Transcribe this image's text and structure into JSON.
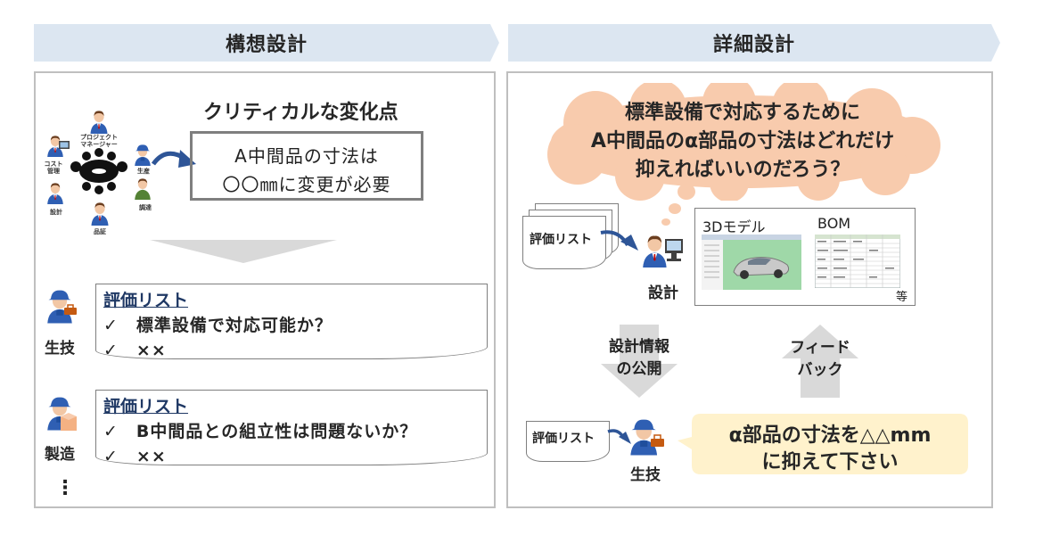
{
  "headers": {
    "left": "構想設計",
    "right": "詳細設計"
  },
  "left": {
    "critical_title": "クリティカルな変化点",
    "change_box": {
      "line1": "A中間品の寸法は",
      "line2": "〇〇㎜に変更が必要"
    },
    "meeting_roles": {
      "pm": "プロジェクト\nマネージャー",
      "cost": "コスト\n管理",
      "design": "設計",
      "qa": "品証",
      "production": "生産",
      "procurement": "調達"
    },
    "eval1": {
      "person": "生技",
      "title": "評価リスト",
      "items": [
        "✓　標準設備で対応可能か？",
        "✓　××"
      ]
    },
    "eval2": {
      "person": "製造",
      "title": "評価リスト",
      "items": [
        "✓　B中間品との組立性は問題ないか？",
        "✓　××"
      ]
    },
    "ellipsis": "⋮"
  },
  "right": {
    "cloud_text": {
      "line1": "標準設備で対応するために",
      "line2": "A中間品のα部品の寸法はどれだけ",
      "line3": "抑えればいいのだろう？"
    },
    "doc_label_top": "評価リスト",
    "designer_label": "設計",
    "tools": {
      "model": "3Dモデル",
      "bom": "BOM",
      "etc": "等"
    },
    "arrow_down_label": {
      "line1": "設計情報",
      "line2": "の公開"
    },
    "arrow_up_label": {
      "line1": "フィード",
      "line2": "バック"
    },
    "doc_label_bottom": "評価リスト",
    "tech_label": "生技",
    "feedback_text": {
      "line1": "α部品の寸法を△△mm",
      "line2": "に抑えて下さい"
    }
  },
  "colors": {
    "header_bg": "#dce6f1",
    "cloud": "#f8cbad",
    "bubble": "#fff2cc",
    "gray_arrow": "#d9d9d9",
    "curve_arrow": "#2e5597"
  }
}
